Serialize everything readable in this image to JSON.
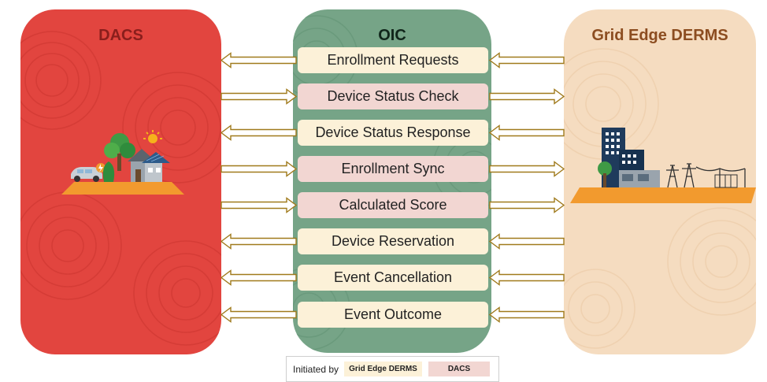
{
  "panels": {
    "left_title": "DACS",
    "center_title": "OIC",
    "right_title": "Grid Edge DERMS"
  },
  "messages": [
    {
      "label": "Enrollment Requests",
      "initiator": "Grid Edge DERMS"
    },
    {
      "label": "Device Status Check",
      "initiator": "DACS"
    },
    {
      "label": "Device Status Response",
      "initiator": "Grid Edge DERMS"
    },
    {
      "label": "Enrollment Sync",
      "initiator": "DACS"
    },
    {
      "label": "Calculated Score",
      "initiator": "DACS"
    },
    {
      "label": "Device Reservation",
      "initiator": "Grid Edge DERMS"
    },
    {
      "label": "Event Cancellation",
      "initiator": "Grid Edge DERMS"
    },
    {
      "label": "Event Outcome",
      "initiator": "Grid Edge DERMS"
    }
  ],
  "legend": {
    "label": "Initiated by",
    "derms_chip": "Grid Edge DERMS",
    "dacs_chip": "DACS"
  },
  "colors": {
    "dacs_panel": "#e2453f",
    "oic_panel": "#76a487",
    "derms_panel": "#f5dcc0",
    "derms_message_fill": "#fcf1d8",
    "dacs_message_fill": "#f2d6d2",
    "arrow_outline": "#a07a1c",
    "ground": "#f29a2e"
  },
  "icons": {
    "left": "house-solar-car-illustration",
    "right": "city-grid-substation-illustration"
  }
}
